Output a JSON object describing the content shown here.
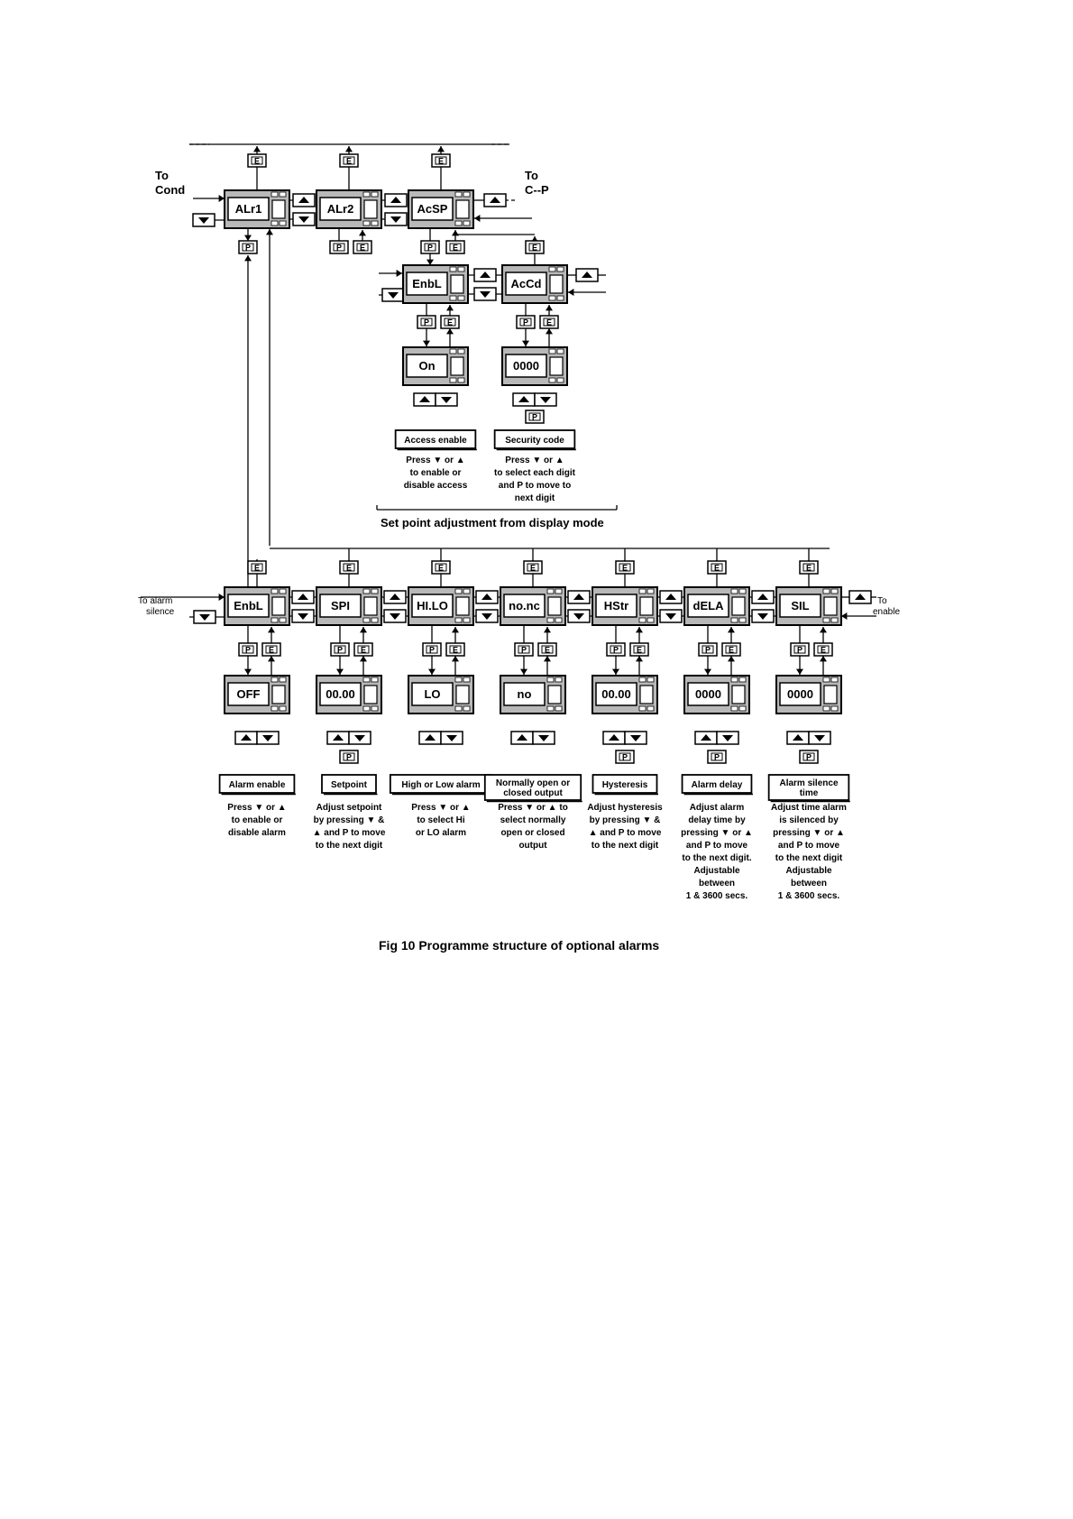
{
  "labels": {
    "to_cond": [
      "To",
      "Cond"
    ],
    "to_cp": [
      "To",
      "C--P"
    ],
    "to_alarm_silence": [
      "To alarm",
      "silence"
    ],
    "to_enable": [
      "To",
      "enable"
    ],
    "section_title": "Set point adjustment from display mode",
    "caption": "Fig 10  Programme structure of optional alarms"
  },
  "keys": {
    "p": "P",
    "e": "E"
  },
  "top_units": [
    {
      "text": "ALr1"
    },
    {
      "text": "ALr2"
    },
    {
      "text": "AcSP"
    }
  ],
  "access_units": [
    {
      "text": "EnbL",
      "value": "On",
      "label": "Access enable",
      "desc": [
        "Press ▼ or ▲",
        "to enable or",
        "disable access"
      ]
    },
    {
      "text": "AcCd",
      "value": "0000",
      "label": "Security code",
      "desc": [
        "Press ▼ or ▲",
        "to select each digit",
        "and P to move to",
        "next digit"
      ]
    }
  ],
  "alarm_units": [
    {
      "text": "EnbL",
      "value": "OFF",
      "label": [
        "Alarm enable"
      ],
      "desc": [
        "Press ▼ or ▲",
        "to enable or",
        "disable alarm"
      ]
    },
    {
      "text": "SPI",
      "value": "00.00",
      "label": [
        "Setpoint"
      ],
      "desc": [
        "Adjust setpoint",
        "by pressing ▼ &",
        "▲ and P to move",
        "to the next digit"
      ]
    },
    {
      "text": "HI.LO",
      "value": "LO",
      "label": [
        "High or Low alarm"
      ],
      "desc": [
        "Press ▼ or ▲",
        "to select Hi",
        "or LO alarm"
      ]
    },
    {
      "text": "no.nc",
      "value": "no",
      "label": [
        "Normally open or",
        "closed output"
      ],
      "desc": [
        "Press ▼ or ▲ to",
        "select normally",
        "open or closed",
        "output"
      ]
    },
    {
      "text": "HStr",
      "value": "00.00",
      "label": [
        "Hysteresis"
      ],
      "desc": [
        "Adjust hysteresis",
        "by pressing ▼ &",
        "▲ and P to move",
        "to the next digit"
      ]
    },
    {
      "text": "dELA",
      "value": "0000",
      "label": [
        "Alarm delay"
      ],
      "desc": [
        "Adjust alarm",
        "delay time by",
        "pressing ▼ or ▲",
        "and P to move",
        "to the next digit.",
        "Adjustable",
        "between",
        "1 & 3600 secs."
      ]
    },
    {
      "text": "SIL",
      "value": "0000",
      "label": [
        "Alarm silence",
        "time"
      ],
      "desc": [
        "Adjust time alarm",
        "is silenced by",
        "pressing ▼ or ▲",
        "and P to move",
        "to the next digit",
        "Adjustable",
        "between",
        "1 & 3600 secs."
      ]
    }
  ]
}
